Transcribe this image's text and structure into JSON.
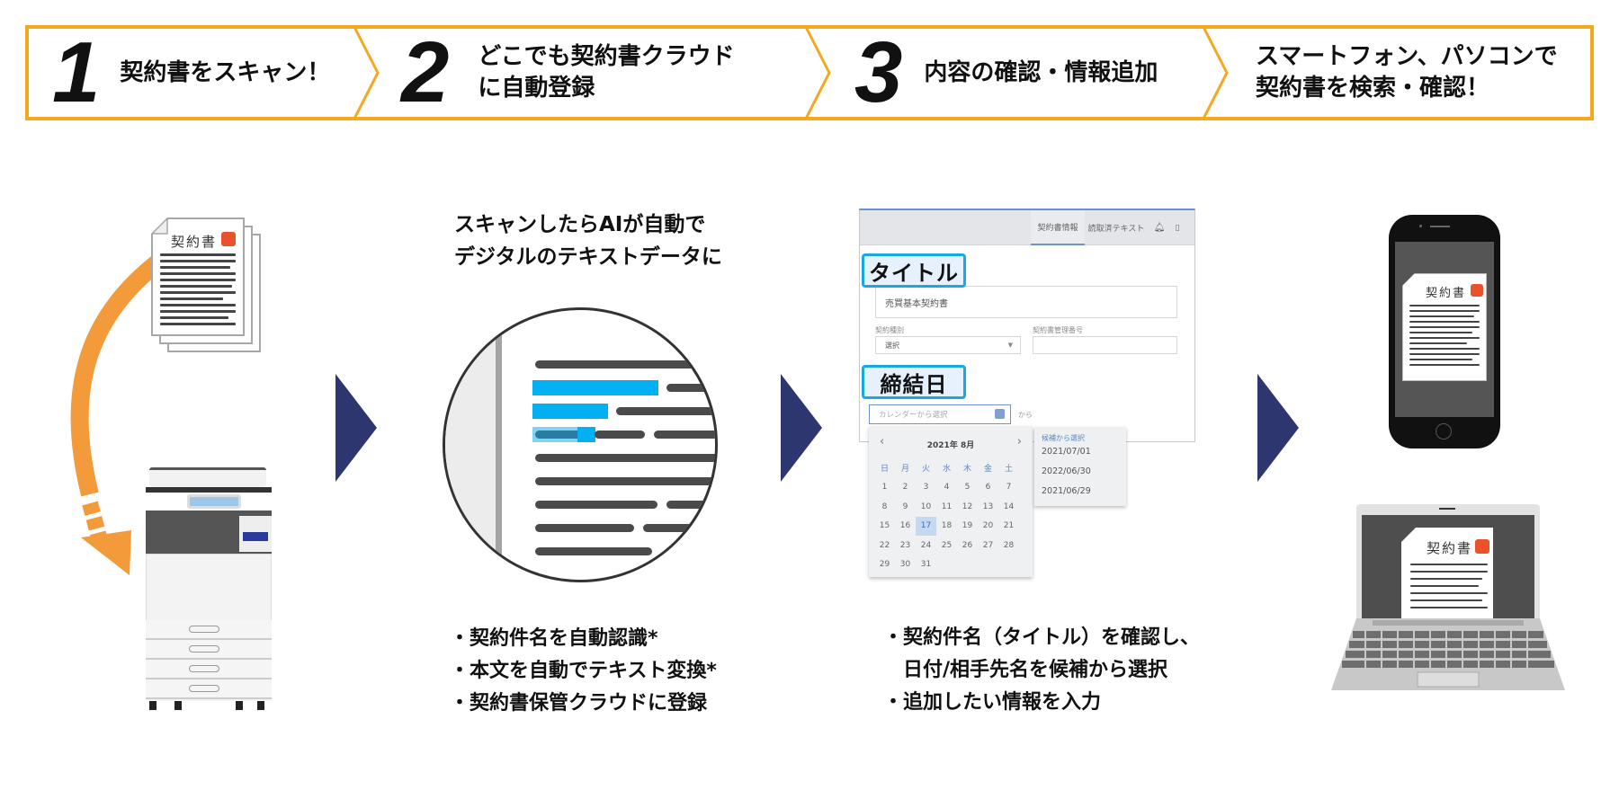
{
  "steps": [
    {
      "number": "1",
      "label": "契約書をスキャン！"
    },
    {
      "number": "2",
      "label": "どこでも契約書クラウド\nに自動登録"
    },
    {
      "number": "3",
      "label": "内容の確認・情報追加"
    },
    {
      "number": "",
      "label": "スマートフォン、パソコンで\n契約書を検索・確認！"
    }
  ],
  "colors": {
    "step_border": "#f3a81d",
    "scan_arrow": "#f39a3b",
    "nav_arrow": "#2d366e",
    "doc_stamp": "#e8532b",
    "highlight": "#00b0f0",
    "callout_border": "#1aa8e0"
  },
  "scan": {
    "doc_title": "契約書",
    "icons": [
      "document-stack-icon",
      "multifunction-printer-icon",
      "curved-arrow-icon"
    ]
  },
  "ocr": {
    "heading": "スキャンしたらAIが自動で\nデジタルのテキストデータに",
    "bullets": [
      "・契約件名を自動認識*",
      "・本文を自動でテキスト変換*",
      "・契約書保管クラウドに登録"
    ]
  },
  "app": {
    "tabs": [
      "契約書情報",
      "読取済テキスト"
    ],
    "tab_icons": [
      "bell-icon",
      "bookmark-icon"
    ],
    "callout_title": "タイトル",
    "title_value": "売買基本契約書",
    "contract_type_label": "契約種別",
    "contract_type_value": "選択",
    "management_no_label": "契約書管理番号",
    "management_no_value": "",
    "callout_date": "締結日",
    "date_placeholder": "カレンダーから選択",
    "date_suffix": "から",
    "calendar": {
      "month_label": "2021年 8月",
      "weekdays": [
        "日",
        "月",
        "火",
        "水",
        "木",
        "金",
        "土"
      ],
      "days": [
        "1",
        "2",
        "3",
        "4",
        "5",
        "6",
        "7",
        "8",
        "9",
        "10",
        "11",
        "12",
        "13",
        "14",
        "15",
        "16",
        "17",
        "18",
        "19",
        "20",
        "21",
        "22",
        "23",
        "24",
        "25",
        "26",
        "27",
        "28",
        "29",
        "30",
        "31"
      ],
      "selected": "17"
    },
    "candidates": {
      "title": "候補から選択",
      "items": [
        "2021/07/01",
        "2022/06/30",
        "2021/06/29"
      ]
    },
    "bullets": [
      "・契約件名（タイトル）を確認し、\n　日付/相手先名を候補から選択",
      "・追加したい情報を入力"
    ]
  },
  "devices": {
    "phone_doc_title": "契約書",
    "laptop_doc_title": "契約書"
  }
}
